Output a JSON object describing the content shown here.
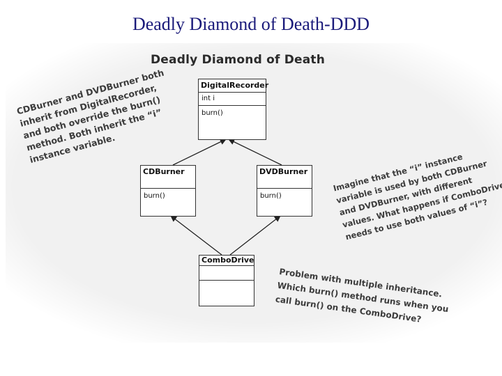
{
  "slide": {
    "title": "Deadly Diamond of Death-DDD"
  },
  "figure": {
    "heading": "Deadly Diamond of Death",
    "classes": {
      "digital_recorder": {
        "name": "DigitalRecorder",
        "attribute": "int i",
        "method": "burn()"
      },
      "cd_burner": {
        "name": "CDBurner",
        "method": "burn()"
      },
      "dvd_burner": {
        "name": "DVDBurner",
        "method": "burn()"
      },
      "combo_drive": {
        "name": "ComboDrive"
      }
    },
    "notes": {
      "left": [
        "CDBurner and DVDBurner both",
        "inherit from DigitalRecorder,",
        "and both override the burn()",
        "method. Both inherit the “i”",
        "instance variable."
      ],
      "right": [
        "Imagine that the “i” instance",
        "variable is used by both CDBurner",
        "and DVDBurner, with different",
        "values. What happens if ComboDrive",
        "needs to use both values of “i”?"
      ],
      "bottom": [
        "Problem with multiple inheritance.",
        "Which burn() method runs when you",
        "call burn() on the ComboDrive?"
      ]
    }
  }
}
